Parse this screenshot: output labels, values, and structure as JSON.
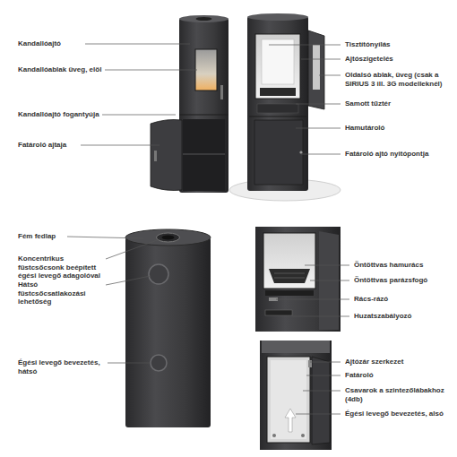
{
  "diagram": {
    "labels": [
      "Kandallóajtó",
      "Kandallóablak üveg, elöl",
      "Kandallóajtó fogantyúja",
      "Fatároló ajtaja",
      "Tisztítónyílás",
      "Ajtószigetelés",
      "Oldalsó ablak, üveg (csak a SIRIUS 3 ill. 3G modelleknél)",
      "Samott tűztér",
      "Hamutároló",
      "Fatároló ajtó nyitópontja",
      "Fém fedlap",
      "Koncentrikus füstcsőcsonk beépített égési levegő adagolóval",
      "Hátsó füstcsőcsatlakozási lehetőség",
      "Égési levegő bevezetés, hátsó",
      "Öntöttvas hamurács",
      "Öntöttvas parázsfogó",
      "Rács-rázó",
      "Huzatszabályozó",
      "Ajtózár szerkezet",
      "Fatároló",
      "Csavarok a szintezőlábakhoz (4db)",
      "Égési levegő bevezetés, alsó"
    ]
  }
}
